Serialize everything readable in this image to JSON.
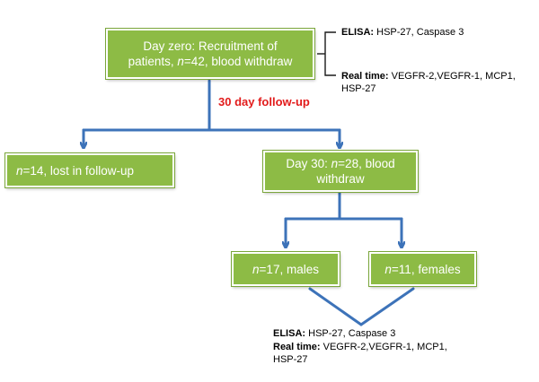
{
  "boxes": {
    "day_zero": {
      "line1": "Day zero: Recruitment of",
      "line2_pre": "patients, ",
      "line2_n": "n",
      "line2_post": "=42, blood withdraw"
    },
    "lost": {
      "n": "n",
      "rest": "=14,  lost in follow-up"
    },
    "day30": {
      "line1_pre": "Day 30: ",
      "line1_n": "n",
      "line1_post": "=28, blood",
      "line2": "withdraw"
    },
    "males": {
      "n": "n",
      "rest": "=17, males"
    },
    "females": {
      "n": "n",
      "rest": "=11,  females"
    }
  },
  "follow_up_label": "30 day follow-up",
  "top_assays": {
    "elisa_label": "ELISA:",
    "elisa_value": " HSP-27, Caspase 3",
    "realtime_label": "Real time:",
    "realtime_value": " VEGFR-2,VEGFR-1, MCP1,",
    "realtime_value2": "HSP-27"
  },
  "bottom_assays": {
    "elisa_label": "ELISA:",
    "elisa_value": " HSP-27, Caspase 3",
    "realtime_label": "Real time:",
    "realtime_value": " VEGFR-2,VEGFR-1, MCP1,",
    "realtime_value2": "HSP-27"
  },
  "colors": {
    "box_fill": "#8dbb45",
    "arrow": "#3d73b9",
    "follow_up_text": "#e21b1b"
  }
}
